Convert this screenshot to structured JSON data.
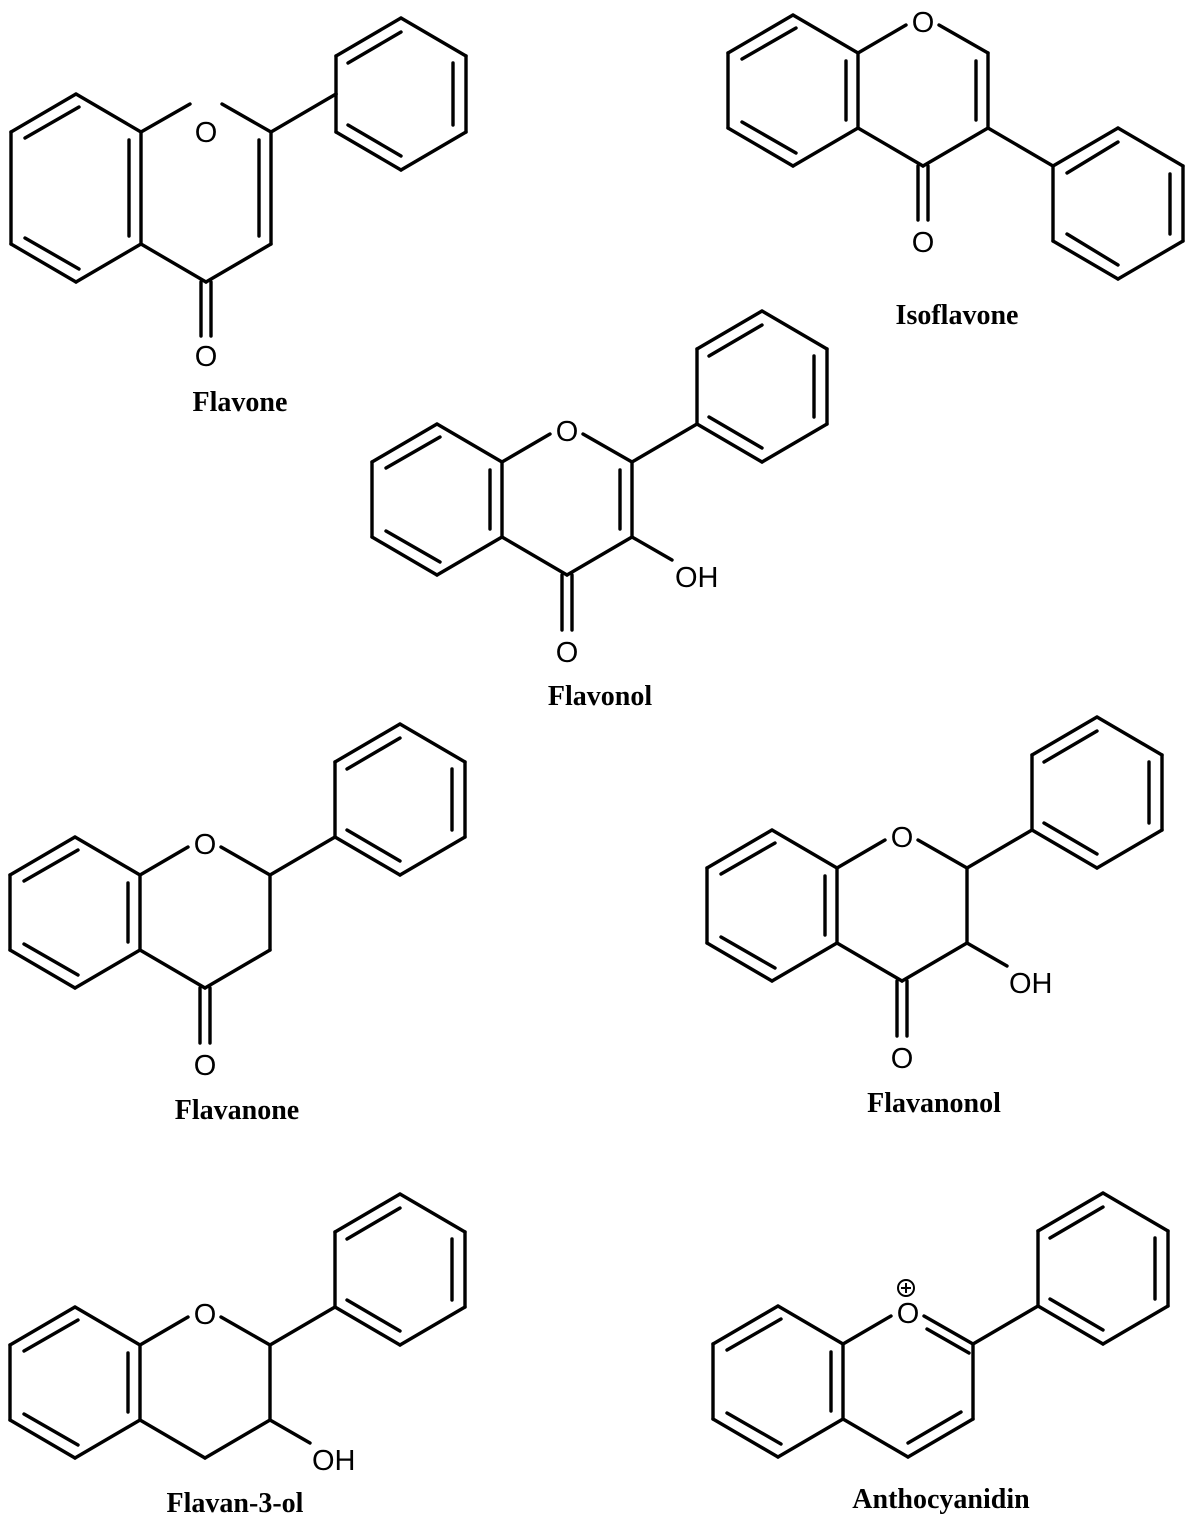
{
  "compounds": [
    {
      "id": "flavone",
      "name": "Flavone",
      "atoms": {
        "ring_o": "O",
        "carbonyl_o": "O"
      }
    },
    {
      "id": "isoflavone",
      "name": "Isoflavone",
      "atoms": {
        "ring_o": "O",
        "carbonyl_o": "O"
      }
    },
    {
      "id": "flavonol",
      "name": "Flavonol",
      "atoms": {
        "ring_o": "O",
        "carbonyl_o": "O",
        "hydroxyl": "OH"
      }
    },
    {
      "id": "flavanone",
      "name": "Flavanone",
      "atoms": {
        "ring_o": "O",
        "carbonyl_o": "O"
      }
    },
    {
      "id": "flavanonol",
      "name": "Flavanonol",
      "atoms": {
        "ring_o": "O",
        "carbonyl_o": "O",
        "hydroxyl": "OH"
      }
    },
    {
      "id": "flavan3ol",
      "name": "Flavan-3-ol",
      "atoms": {
        "ring_o": "O",
        "hydroxyl": "OH"
      }
    },
    {
      "id": "anthocyanidin",
      "name": "Anthocyanidin",
      "atoms": {
        "ring_o": "O",
        "charge": "⊕"
      }
    }
  ]
}
